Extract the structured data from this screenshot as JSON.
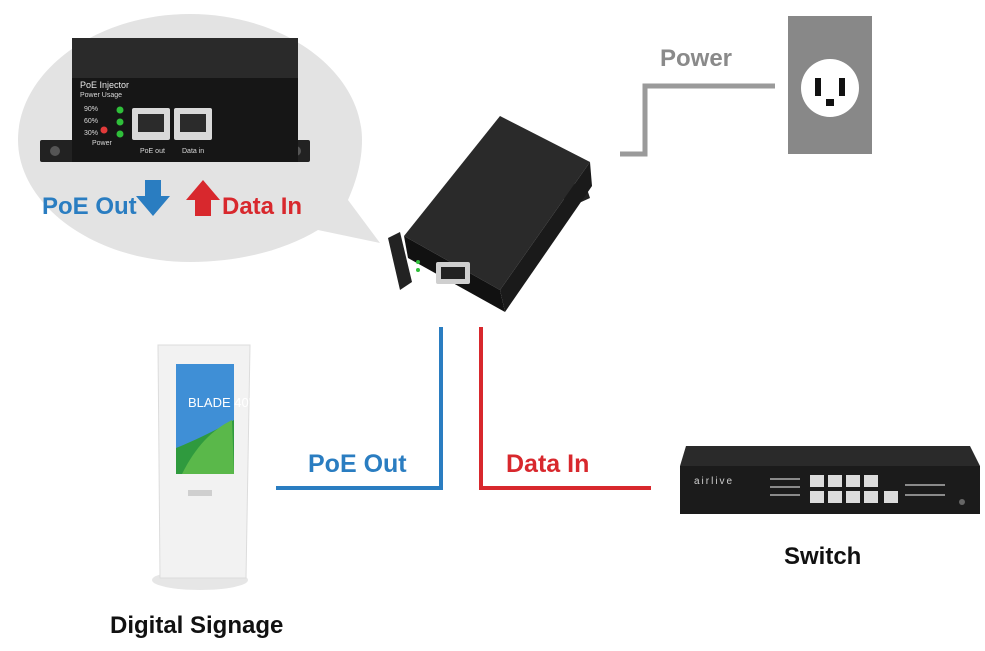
{
  "labels": {
    "power": "Power",
    "poe_out": "PoE Out",
    "data_in": "Data In",
    "switch": "Switch",
    "digital_signage": "Digital Signage"
  },
  "bubble": {
    "title": "PoE Injector",
    "subtitle": "Power Usage",
    "levels": [
      "90%",
      "60%",
      "30%"
    ],
    "power_led": "Power",
    "port_out": "PoE out",
    "port_in": "Data in",
    "poe_out": "PoE Out",
    "data_in": "Data In"
  },
  "switch_device": {
    "brand": "airlive"
  },
  "signage_screen": {
    "text": "BLADE 40\""
  },
  "colors": {
    "poe_blue": "#2a7dc1",
    "data_red": "#d8282d",
    "power_gray": "#8a8a8a",
    "bubble_gray": "#e3e3e3",
    "device_black": "#1c1c1c"
  },
  "icons": [
    "arrow-down-icon",
    "arrow-up-icon",
    "power-outlet-icon"
  ]
}
